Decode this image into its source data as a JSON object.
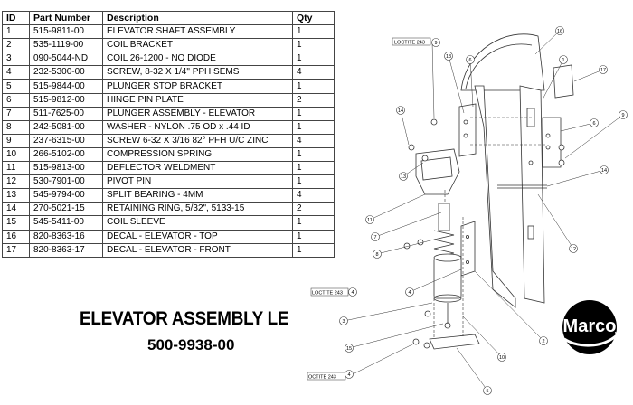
{
  "table": {
    "headers": [
      "ID",
      "Part Number",
      "Description",
      "Qty"
    ],
    "rows": [
      [
        "1",
        "515-9811-00",
        "ELEVATOR SHAFT ASSEMBLY",
        "1"
      ],
      [
        "2",
        "535-1119-00",
        "COIL BRACKET",
        "1"
      ],
      [
        "3",
        "090-5044-ND",
        "COIL 26-1200 - NO DIODE",
        "1"
      ],
      [
        "4",
        "232-5300-00",
        "SCREW, 8-32 X 1/4\" PPH SEMS",
        "4"
      ],
      [
        "5",
        "515-9844-00",
        "PLUNGER STOP BRACKET",
        "1"
      ],
      [
        "6",
        "515-9812-00",
        "HINGE PIN PLATE",
        "2"
      ],
      [
        "7",
        "511-7625-00",
        "PLUNGER ASSEMBLY - ELEVATOR",
        "1"
      ],
      [
        "8",
        "242-5081-00",
        "WASHER - NYLON .75 OD x .44 ID",
        "1"
      ],
      [
        "9",
        "237-6315-00",
        "SCREW 6-32 X 3/16 82° PFH U/C ZINC",
        "4"
      ],
      [
        "10",
        "266-5102-00",
        "COMPRESSION SPRING",
        "1"
      ],
      [
        "11",
        "515-9813-00",
        "DEFLECTOR WELDMENT",
        "1"
      ],
      [
        "12",
        "530-7901-00",
        "PIVOT PIN",
        "1"
      ],
      [
        "13",
        "545-9794-00",
        "SPLIT BEARING - 4MM",
        "4"
      ],
      [
        "14",
        "270-5021-15",
        "RETAINING RING, 5/32\", 5133-15",
        "2"
      ],
      [
        "15",
        "545-5411-00",
        "COIL SLEEVE",
        "1"
      ],
      [
        "16",
        "820-8363-16",
        "DECAL - ELEVATOR - TOP",
        "1"
      ],
      [
        "17",
        "820-8363-17",
        "DECAL - ELEVATOR - FRONT",
        "1"
      ]
    ]
  },
  "title": "ELEVATOR ASSEMBLY LE",
  "assembly_number": "500-9938-00",
  "logo_text": "Marco",
  "diagram": {
    "loctite_labels": [
      "LOCTITE 243",
      "LOCTITE 243",
      "OCTITE 243"
    ],
    "callouts": [
      "9",
      "16",
      "13",
      "6",
      "1",
      "17",
      "14",
      "6",
      "9",
      "13",
      "14",
      "11",
      "7",
      "8",
      "12",
      "4",
      "4",
      "3",
      "15",
      "2",
      "10",
      "4",
      "5"
    ]
  },
  "colors": {
    "line": "#333333",
    "text": "#000000",
    "background": "#ffffff"
  }
}
